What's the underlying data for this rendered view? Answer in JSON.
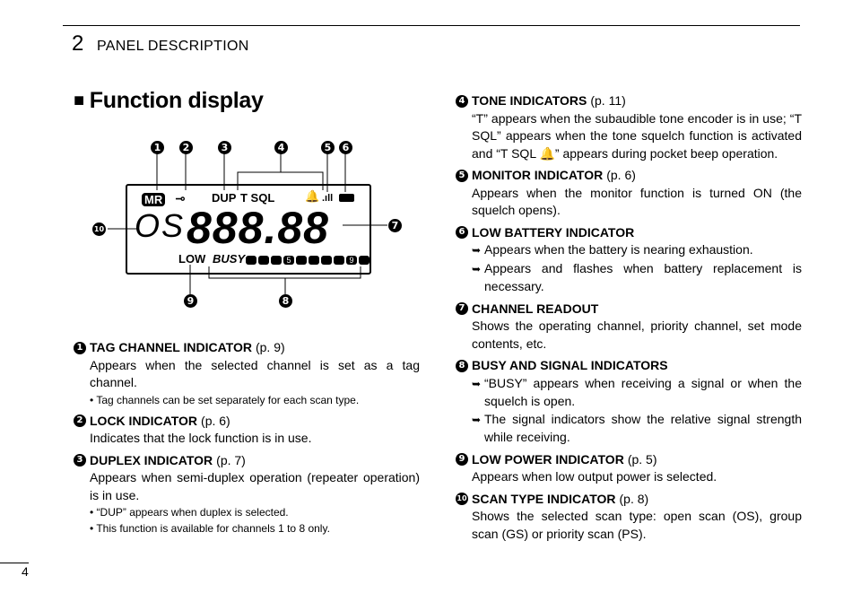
{
  "header": {
    "chapter_number": "2",
    "chapter_title": "PANEL DESCRIPTION"
  },
  "section": {
    "marker": "■",
    "title": "Function display"
  },
  "lcd": {
    "callouts_top": [
      "1",
      "2",
      "3",
      "4",
      "5",
      "6"
    ],
    "callout_right": "7",
    "callouts_bottom": [
      "9",
      "8"
    ],
    "callout_left": "10",
    "mr_label": "MR",
    "dup_label": "DUP",
    "tsql_label": "T SQL",
    "low_label": "LOW",
    "busy_label": "BUSY",
    "scan_digits": "OS",
    "channel_digits": "888.88",
    "signal_marks": [
      "5",
      "9"
    ]
  },
  "items": [
    {
      "n": "1",
      "title": "TAG CHANNEL INDICATOR",
      "ref": "(p. 9)",
      "body": "Appears when the selected channel is set as a tag channel.",
      "notes": [
        "• Tag channels can be set separately for each scan type."
      ]
    },
    {
      "n": "2",
      "title": "LOCK INDICATOR",
      "ref": "(p. 6)",
      "body": "Indicates that the lock function is in use.",
      "notes": []
    },
    {
      "n": "3",
      "title": "DUPLEX INDICATOR",
      "ref": "(p. 7)",
      "body": "Appears when semi-duplex operation (repeater operation) is in use.",
      "notes": [
        "• “DUP” appears when duplex is selected.",
        "• This function is available for channels 1 to 8 only."
      ]
    },
    {
      "n": "4",
      "title": "TONE INDICATORS",
      "ref": "(p. 11)",
      "body": "“T” appears when the subaudible tone encoder is in use; “T SQL” appears when the tone squelch function is activated and “T SQL 🔔” appears during pocket beep operation.",
      "notes": []
    },
    {
      "n": "5",
      "title": "MONITOR INDICATOR",
      "ref": "(p. 6)",
      "body": "Appears when the monitor function is turned ON (the squelch opens).",
      "notes": []
    },
    {
      "n": "6",
      "title": "LOW BATTERY INDICATOR",
      "ref": "",
      "arrows": [
        "Appears when the battery is nearing exhaustion.",
        "Appears and flashes when battery replacement is necessary."
      ]
    },
    {
      "n": "7",
      "title": "CHANNEL READOUT",
      "ref": "",
      "body": "Shows the operating channel, priority channel, set mode contents, etc.",
      "notes": []
    },
    {
      "n": "8",
      "title": "BUSY AND SIGNAL INDICATORS",
      "ref": "",
      "arrows": [
        "“BUSY” appears when receiving a signal or when the squelch is open.",
        "The signal indicators show the relative signal strength while receiving."
      ]
    },
    {
      "n": "9",
      "title": "LOW POWER INDICATOR",
      "ref": "(p. 5)",
      "body": "Appears when low output power is selected.",
      "notes": []
    },
    {
      "n": "10",
      "title": "SCAN TYPE INDICATOR",
      "ref": "(p. 8)",
      "body": "Shows the selected scan type: open scan (OS), group scan (GS) or priority scan (PS).",
      "notes": []
    }
  ],
  "footer": {
    "page_number": "4"
  }
}
